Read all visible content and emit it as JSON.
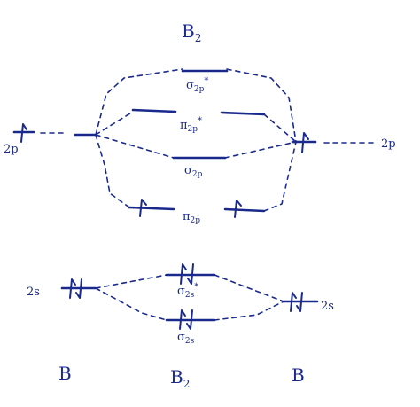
{
  "title": {
    "main": "B",
    "sub": "2"
  },
  "columns": {
    "left": "B",
    "center": {
      "main": "B",
      "sub": "2"
    },
    "right": "B"
  },
  "atomic_orbitals": {
    "left_2p": "2p",
    "right_2p": "2p",
    "left_2s": "2s",
    "right_2s": "2s"
  },
  "molecular_orbitals": {
    "sigma_2p_star": {
      "symbol": "σ",
      "sub": "2p",
      "sup": "*"
    },
    "pi_2p_star": {
      "symbol": "π",
      "sub": "2p",
      "sup": "*"
    },
    "sigma_2p": {
      "symbol": "σ",
      "sub": "2p",
      "sup": ""
    },
    "pi_2p": {
      "symbol": "π",
      "sub": "2p",
      "sup": ""
    },
    "sigma_2s_star": {
      "symbol": "σ",
      "sub": "2s",
      "sup": "*"
    },
    "sigma_2s": {
      "symbol": "σ",
      "sub": "2s",
      "sup": ""
    }
  },
  "electron_counts": {
    "left_2p": 1,
    "right_2p": 1,
    "pi_2p_left": 1,
    "pi_2p_right": 1,
    "sigma_2s_star": 2,
    "sigma_2s": 2,
    "left_2s": 2,
    "right_2s": 2
  },
  "colors": {
    "ink": "#1a2a8c",
    "background": "#ffffff"
  }
}
